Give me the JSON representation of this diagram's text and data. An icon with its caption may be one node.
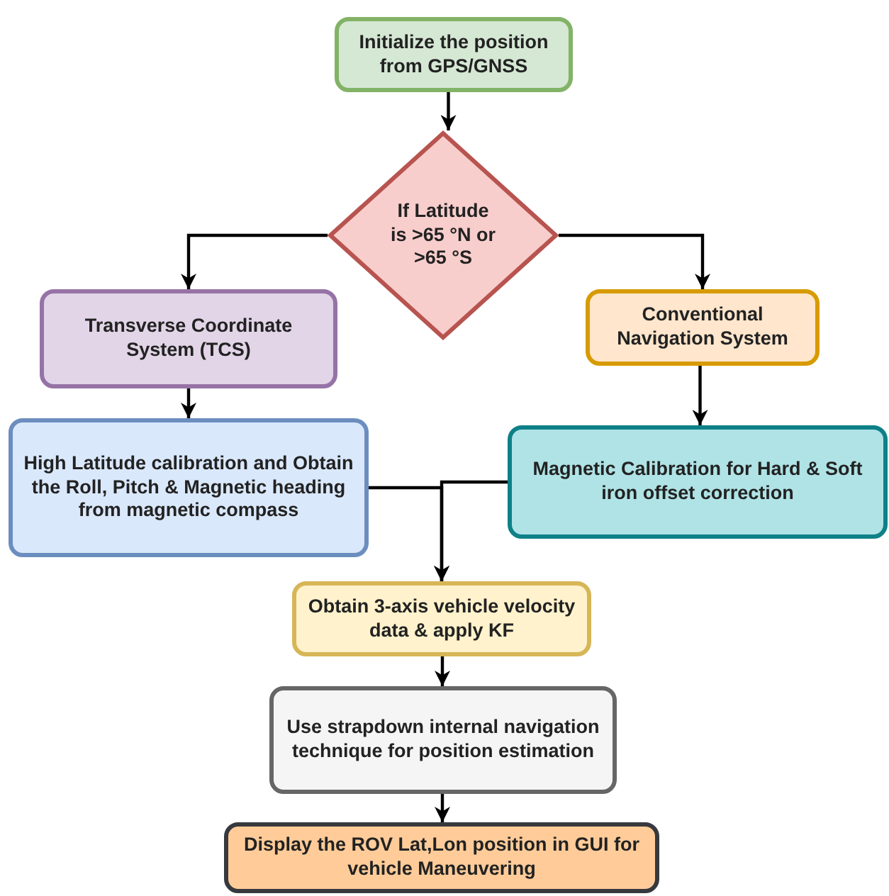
{
  "diagram": {
    "nodes": [
      {
        "text": [
          "Initialize the position from GPS/GNSS"
        ]
      },
      {
        "text": [
          "If Latitude is >65 °N or >65 °S"
        ]
      },
      {
        "text": [
          "Transverse Coordinate System (TCS)"
        ]
      },
      {
        "text": [
          "Conventional Navigation System"
        ]
      },
      {
        "text": [
          "High Latitude calibration and Obtain the Roll, Pitch & Magnetic heading from magnetic compass"
        ]
      },
      {
        "text": [
          "Magnetic Calibration for Hard & Soft iron offset correction"
        ]
      },
      {
        "text": [
          "Obtain 3-axis vehicle velocity data & apply KF"
        ]
      },
      {
        "text": [
          "Use strapdown internal navigation technique for position estimation"
        ]
      },
      {
        "text": [
          "Display the ROV Lat,Lon position in GUI for vehicle Maneuvering"
        ]
      }
    ],
    "edges": [
      {
        "from": 0,
        "to": 1,
        "arrow": "to"
      },
      {
        "from": 1,
        "to": 2,
        "arrow": "to"
      },
      {
        "from": 1,
        "to": 3,
        "arrow": "to"
      },
      {
        "from": 2,
        "to": 4,
        "arrow": "to"
      },
      {
        "from": 3,
        "to": 5,
        "arrow": "to"
      },
      {
        "from": 4,
        "to": 6,
        "arrow": "to"
      },
      {
        "from": 5,
        "to": 6,
        "arrow": "to"
      },
      {
        "from": 6,
        "to": 7,
        "arrow": "to"
      },
      {
        "from": 7,
        "to": 8,
        "arrow": "to"
      }
    ]
  }
}
